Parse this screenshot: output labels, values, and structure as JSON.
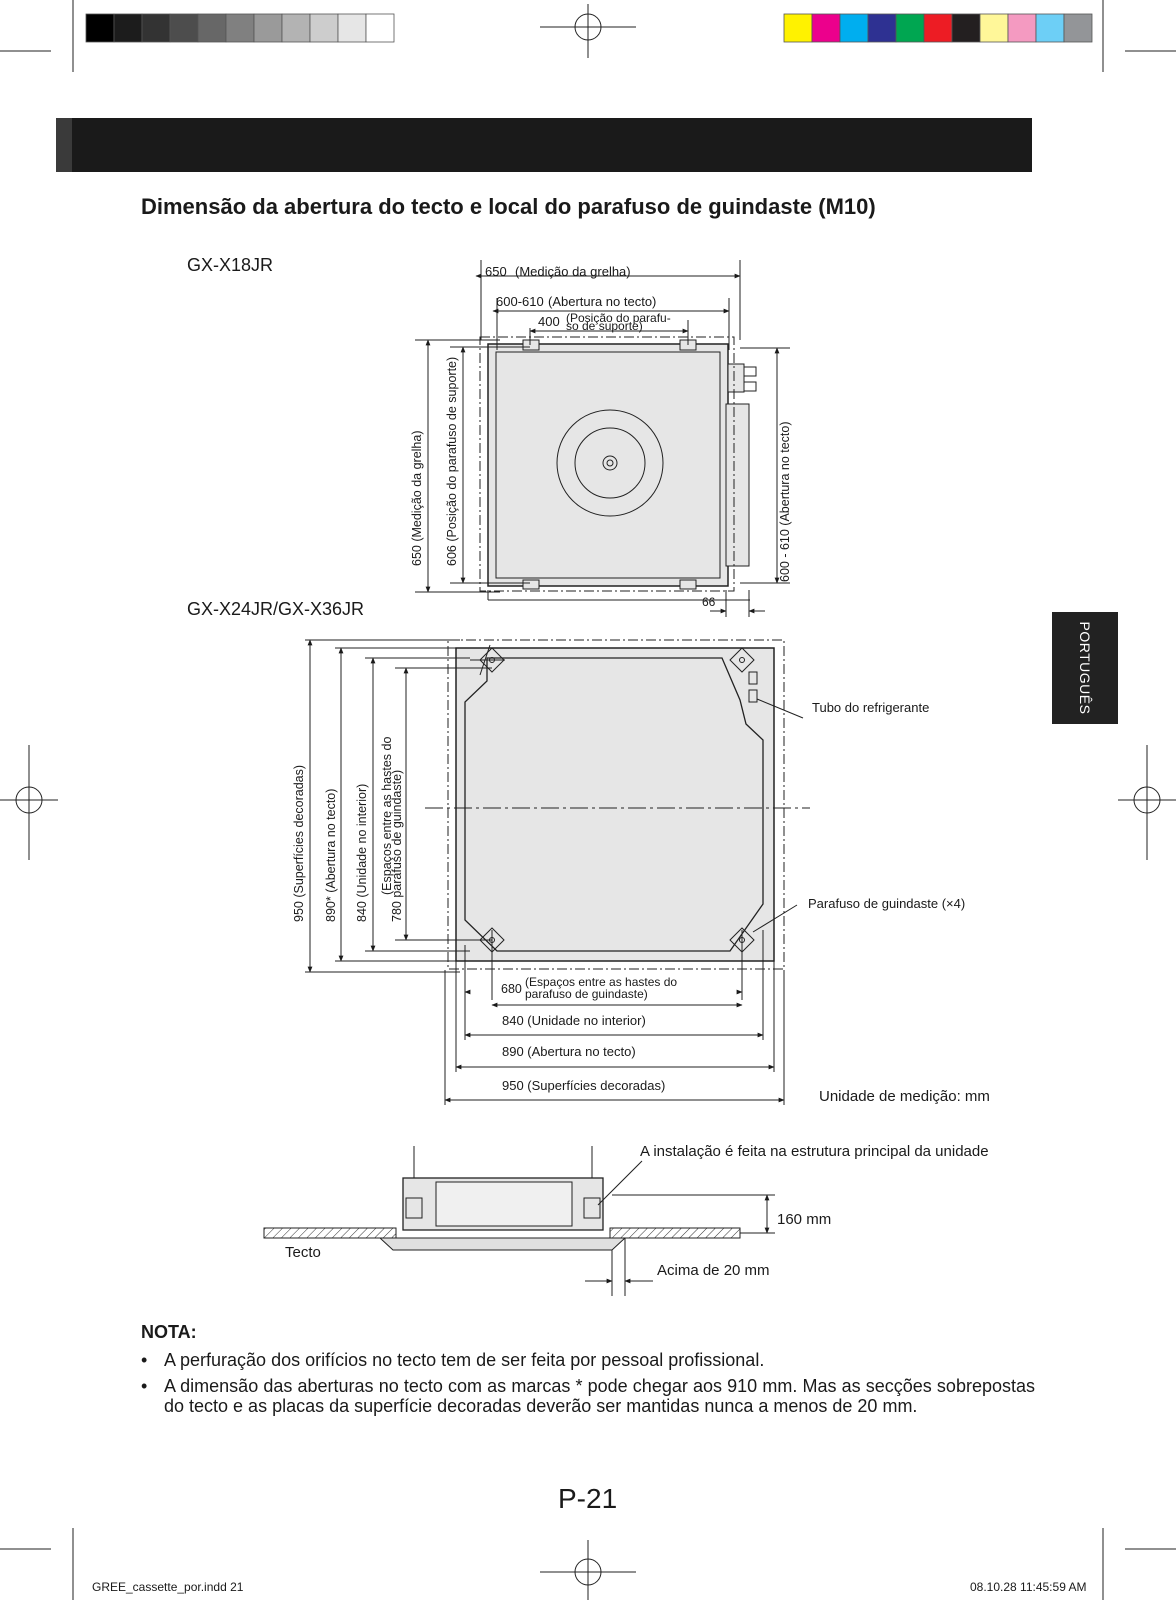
{
  "title": "Dimensão da abertura do tecto e local do parafuso de guindaste (M10)",
  "sidebar_tab": "PORTUGUÊS",
  "models": {
    "small": "GX-X18JR",
    "large": "GX-X24JR/GX-X36JR"
  },
  "diagram_small": {
    "grille_w_value": "650",
    "grille_w_label": "(Medição da grelha)",
    "opening_w_value": "600-610",
    "opening_w_label": "(Abertura no tecto)",
    "bolt_w_value": "400",
    "bolt_w_label_1": "(Posição do parafu-",
    "bolt_w_label_2": "so de suporte)",
    "grille_h": "650 (Medição da grelha)",
    "bolt_h": "606 (Posição do parafuso de suporte)",
    "opening_h": "600 - 610 (Abertura no tecto)",
    "offset": "66"
  },
  "diagram_large": {
    "refrigerant_pipe": "Tubo do refrigerante",
    "hanging_bolt": "Parafuso de guindaste (×4)",
    "h_950": "950 (Superfícies decoradas)",
    "h_890": "890* (Abertura no tecto)",
    "h_840": "840 (Unidade no interior)",
    "h_780_1": "(Espaços entre as hastes do",
    "h_780_2": "780 parafuso de guindaste)",
    "w_680_value": "680",
    "w_680_label_1": "(Espaços entre as hastes do",
    "w_680_label_2": "parafuso de guindaste)",
    "w_840": "840 (Unidade no interior)",
    "w_890": "890 (Abertura no tecto)",
    "w_950": "950 (Superfícies decoradas)",
    "unit": "Unidade de medição: mm"
  },
  "diagram_install": {
    "install_note": "A instalação é feita na estrutura principal da unidade",
    "height": "160 mm",
    "ceiling": "Tecto",
    "overlap": "Acima de 20 mm"
  },
  "note": {
    "heading": "NOTA:",
    "items": [
      "A perfuração dos orifícios no tecto tem de ser feita por pessoal profissional.",
      "A dimensão das aberturas no tecto com as marcas * pode chegar aos 910 mm. Mas as secções sobrepostas do tecto e as placas da superfície decoradas deverão ser mantidas nunca a menos de 20 mm."
    ]
  },
  "page_number": "P-21",
  "footer": {
    "file": "GREE_cassette_por.indd 21",
    "timestamp": "08.10.28 11:45:59 AM"
  },
  "print_colors": {
    "gray_bar": [
      "#000000",
      "#1c1c1c",
      "#333333",
      "#4d4d4d",
      "#676767",
      "#808080",
      "#9a9a9a",
      "#b3b3b3",
      "#cdcdcd",
      "#e6e6e6",
      "#ffffff"
    ],
    "color_bar": [
      "#fff200",
      "#ec008c",
      "#00aeef",
      "#2e3192",
      "#00a651",
      "#ed1c24",
      "#231f20",
      "#fff799",
      "#f49ac1",
      "#6dcff6",
      "#939598"
    ],
    "header_bar": "#1a1a1a"
  }
}
